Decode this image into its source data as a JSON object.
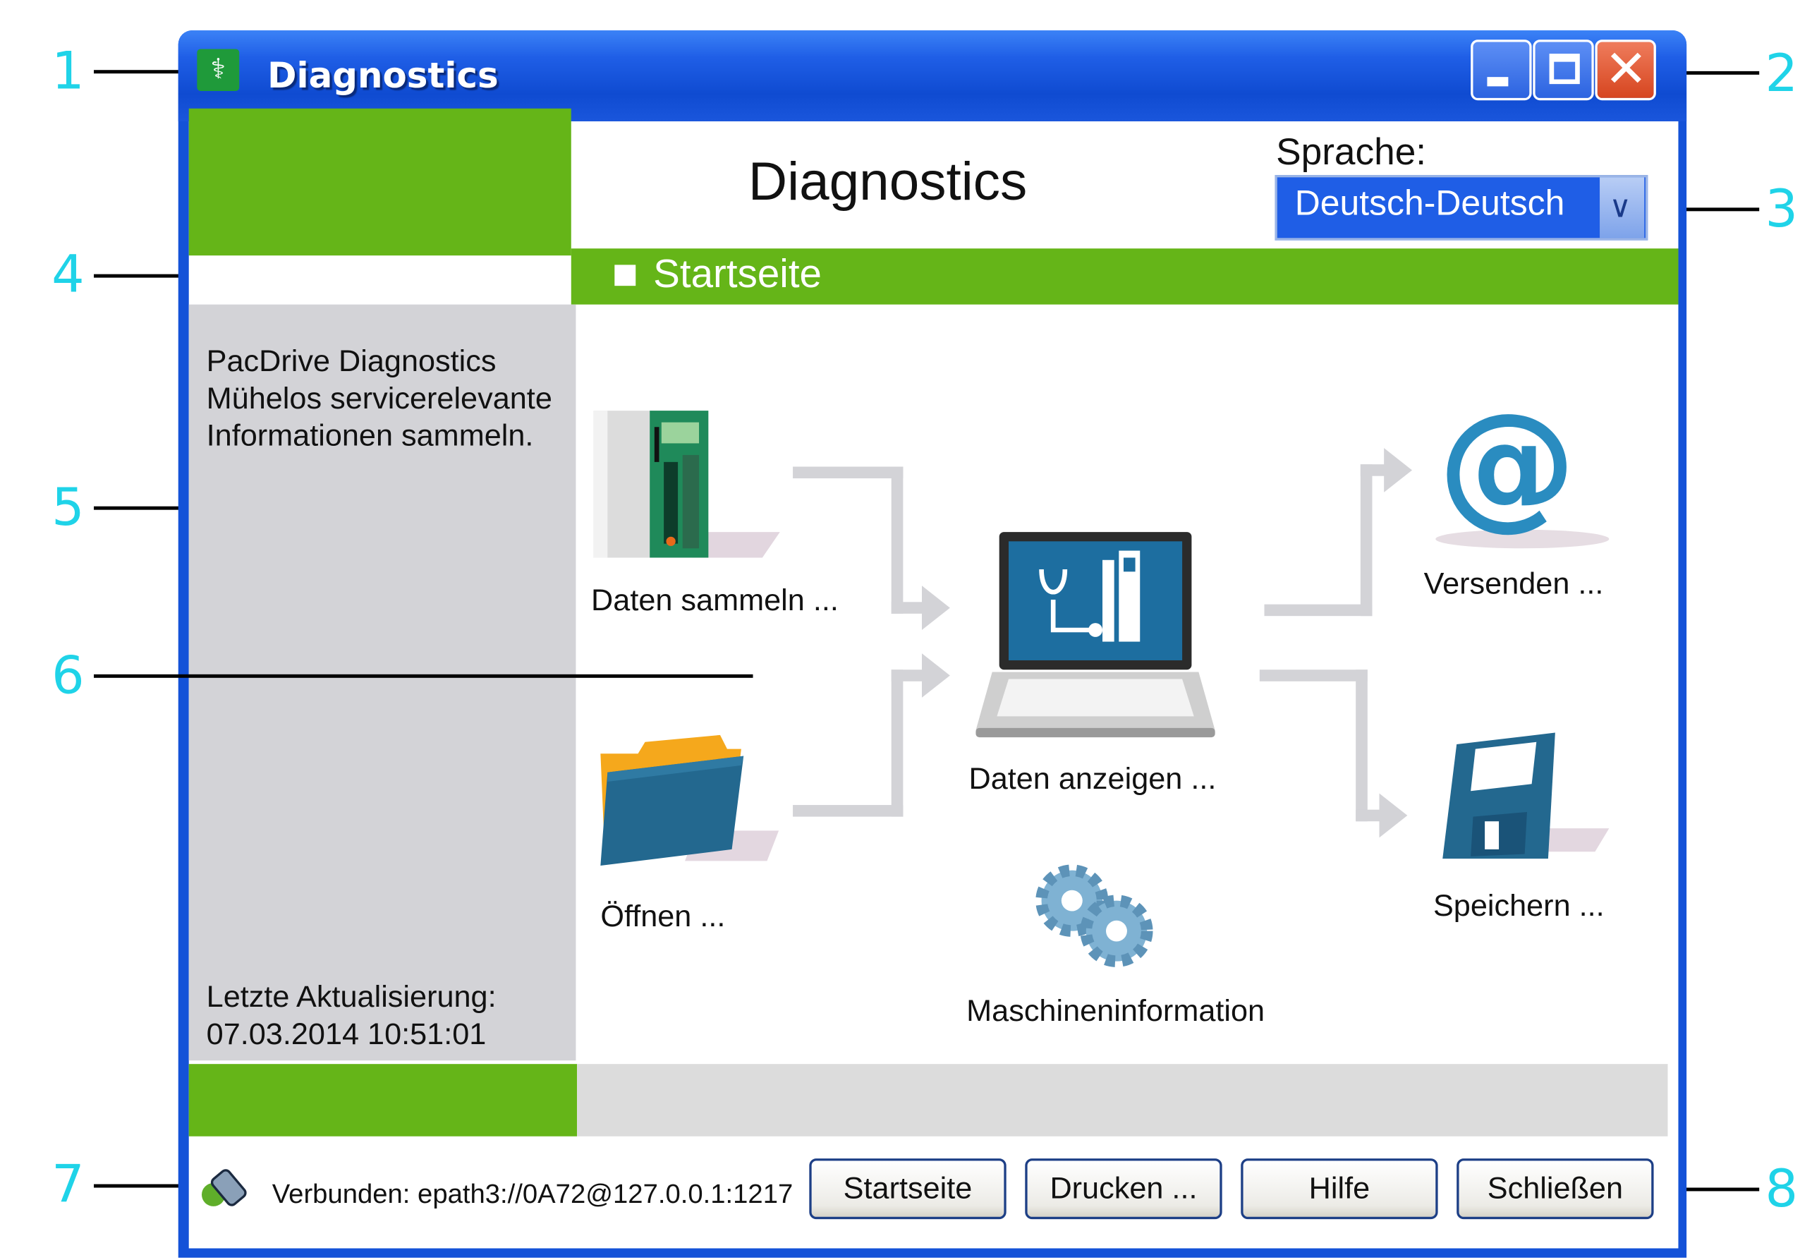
{
  "window": {
    "title": "Diagnostics",
    "accent_green": "#65b518",
    "title_blue": "#1452d8"
  },
  "header": {
    "heading": "Diagnostics",
    "language_label": "Sprache:",
    "language_value": "Deutsch-Deutsch"
  },
  "breadcrumb": {
    "current": "Startseite"
  },
  "sidebar": {
    "lines": [
      "PacDrive Diagnostics",
      "Mühelos servicerelevante",
      "Informationen sammeln."
    ],
    "last_update_label": "Letzte Aktualisierung:",
    "last_update_value": "07.03.2014 10:51:01"
  },
  "actions": {
    "collect": "Daten sammeln ...",
    "open": "Öffnen ...",
    "show": "Daten anzeigen ...",
    "send": "Versenden ...",
    "save": "Speichern ...",
    "machine_info": "Maschineninformation"
  },
  "status": {
    "text": "Verbunden: epath3://0A72@127.0.0.1:1217"
  },
  "buttons": {
    "home": "Startseite",
    "print": "Drucken ...",
    "help": "Hilfe",
    "close": "Schließen"
  },
  "callouts": [
    "1",
    "2",
    "3",
    "4",
    "5",
    "6",
    "7",
    "8"
  ]
}
